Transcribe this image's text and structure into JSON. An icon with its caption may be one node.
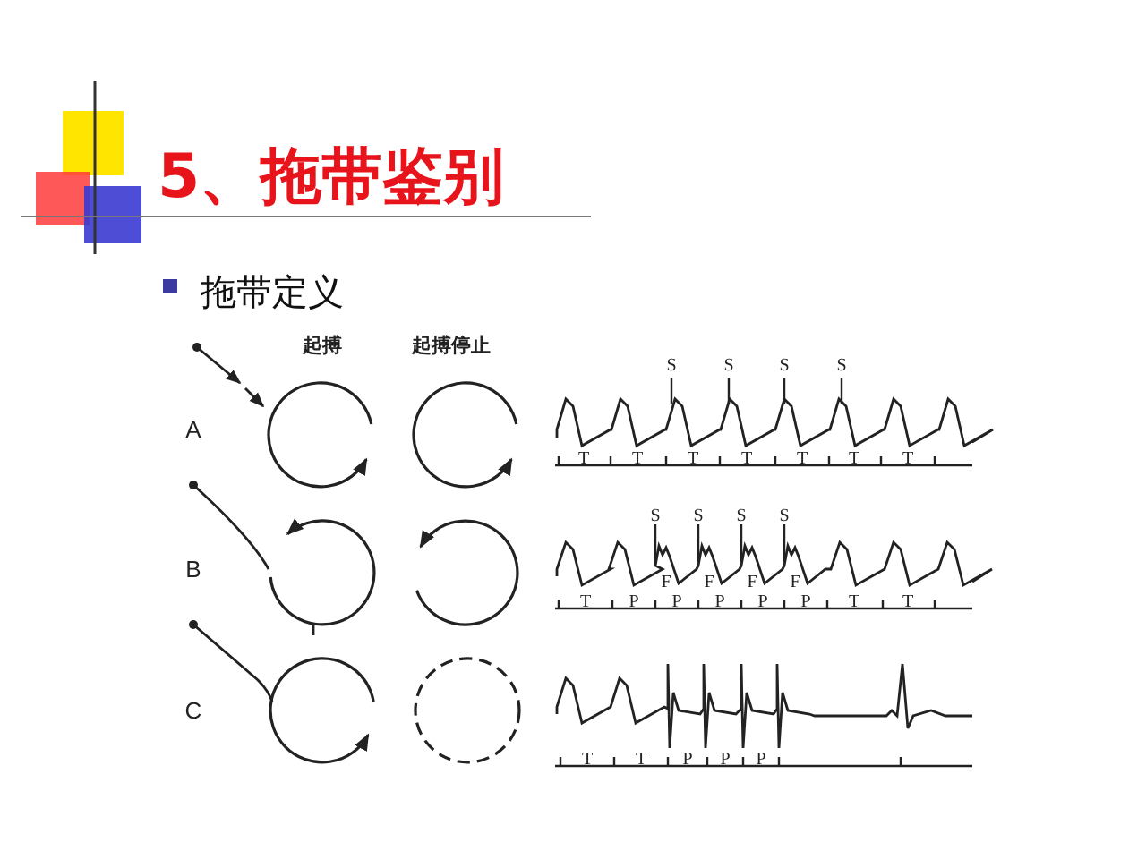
{
  "diagram": {
    "title": "5、拖带鉴别",
    "labels": [
      "拖带定义",
      "起搏",
      "起搏停止",
      "A",
      "S",
      "S",
      "S",
      "S",
      "T",
      "T",
      "T",
      "T",
      "T",
      "T",
      "T",
      "B",
      "S",
      "S",
      "S",
      "S",
      "F",
      "F",
      "F",
      "F",
      "T",
      "P",
      "P",
      "P",
      "P",
      "P",
      "T",
      "T",
      "C",
      "T",
      "T",
      "P",
      "P",
      "P"
    ]
  }
}
